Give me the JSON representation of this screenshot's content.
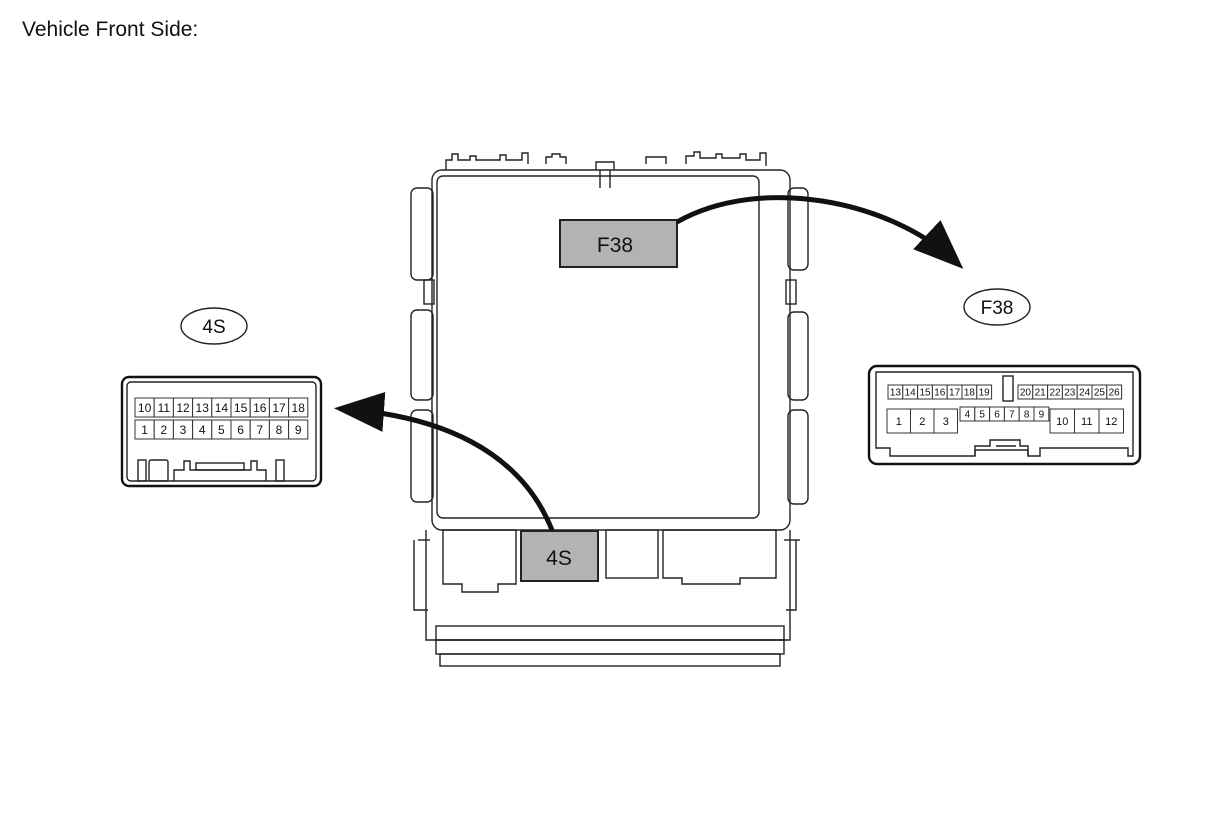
{
  "heading": "Vehicle Front Side:",
  "colors": {
    "highlight": "#b3b3b3",
    "line": "#222222"
  },
  "block": {
    "f38_label": "F38",
    "s4_label": "4S"
  },
  "connector_4s": {
    "label": "4S",
    "top_pins": [
      "10",
      "11",
      "12",
      "13",
      "14",
      "15",
      "16",
      "17",
      "18"
    ],
    "bottom_pins": [
      "1",
      "2",
      "3",
      "4",
      "5",
      "6",
      "7",
      "8",
      "9"
    ]
  },
  "connector_f38": {
    "label": "F38",
    "top_left_pins": [
      "13",
      "14",
      "15",
      "16",
      "17",
      "18",
      "19"
    ],
    "top_right_pins": [
      "20",
      "21",
      "22",
      "23",
      "24",
      "25",
      "26"
    ],
    "bottom_left_pins": [
      "1",
      "2",
      "3"
    ],
    "bottom_mid_pins": [
      "4",
      "5",
      "6",
      "7",
      "8",
      "9"
    ],
    "bottom_right_pins": [
      "10",
      "11",
      "12"
    ]
  }
}
